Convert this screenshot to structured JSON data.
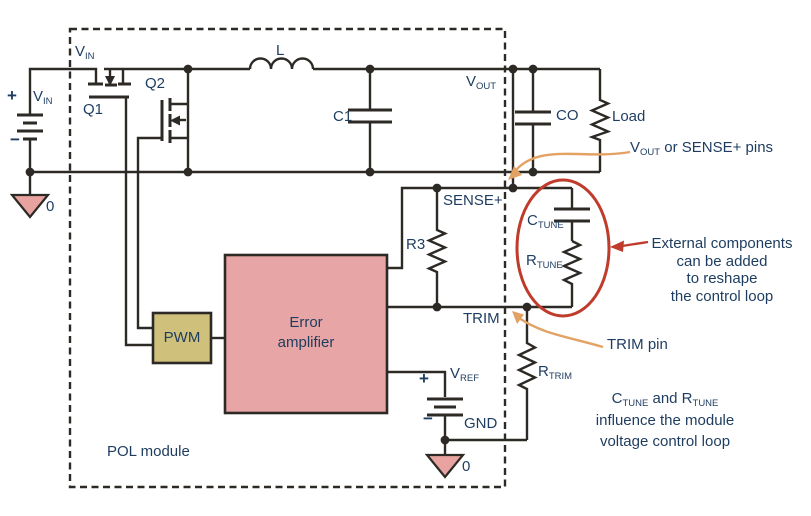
{
  "colors": {
    "background": "#ffffff",
    "wire": "#2d2a26",
    "label_navy": "#1d3c5f",
    "amp_fill": "#e7a6a5",
    "pwm_fill": "#cfc17c",
    "ground_fill": "#e8a3a1",
    "highlight_red": "#bf3b2b",
    "callout_orange": "#e3a263"
  },
  "schematic": {
    "pol_module_label": "POL module",
    "vin_source": {
      "plus": "+",
      "minus": "−",
      "label_main": "V",
      "label_sub": "IN",
      "ground_zero": "0"
    },
    "vin_pin": {
      "main": "V",
      "sub": "IN"
    },
    "q1": "Q1",
    "q2": "Q2",
    "inductor": "L",
    "c1": "C1",
    "vout_pin": {
      "main": "V",
      "sub": "OUT"
    },
    "co": "CO",
    "load": "Load",
    "sense_pin": "SENSE+",
    "r3": "R3",
    "trim_label": "TRIM",
    "pwm": "PWM",
    "error_amp": {
      "line1": "Error",
      "line2": "amplifier"
    },
    "vref": {
      "plus": "+",
      "minus": "−",
      "main": "V",
      "sub": "REF",
      "gnd": "GND",
      "ground_zero": "0"
    },
    "ctune": {
      "main": "C",
      "sub": "TUNE"
    },
    "rtune": {
      "main": "R",
      "sub": "TUNE"
    },
    "rtrim": {
      "main": "R",
      "sub": "TRIM"
    }
  },
  "annotations": {
    "vout_sense_pins": {
      "main": "V",
      "sub": "OUT",
      "rest": " or SENSE+ pins"
    },
    "external_components": {
      "line1": "External components",
      "line2": "can be added",
      "line3": "to reshape",
      "line4": "the control loop"
    },
    "trim_pin": "TRIM pin",
    "influence": {
      "c": "C",
      "c_sub": "TUNE",
      "and": " and R",
      "r_sub": "TUNE",
      "line2": "influence the module",
      "line3": "voltage control loop"
    }
  }
}
